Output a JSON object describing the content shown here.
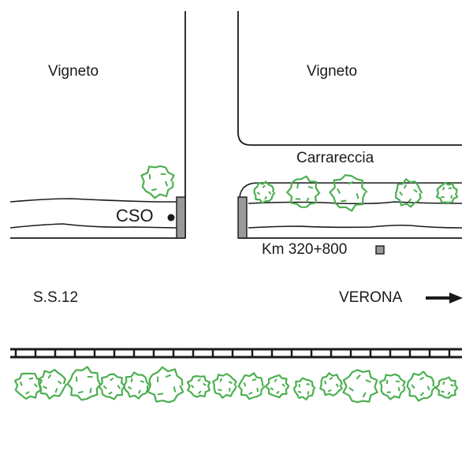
{
  "labels": {
    "vineyard_left": "Vigneto",
    "vineyard_right": "Vigneto",
    "cart_track": "Carrareccia",
    "cso": "CSO",
    "km_marker": "Km 320+800",
    "road": "S.S.12",
    "direction": "VERONA"
  },
  "colors": {
    "line": "#1a1a1a",
    "tree": "#4caf50",
    "post_fill": "#999999"
  },
  "icons": {
    "direction_arrow": "arrow-right-icon",
    "cso_point": "dot-icon",
    "km_marker": "square-icon",
    "tree": "tree-icon",
    "railway": "railway-track"
  }
}
